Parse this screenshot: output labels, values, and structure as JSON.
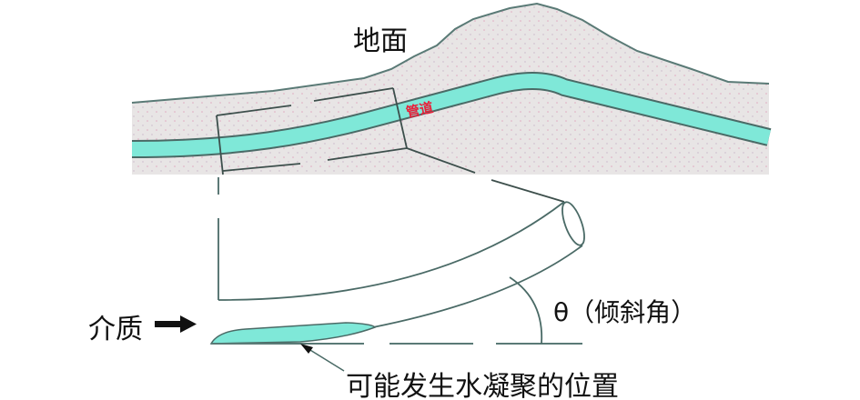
{
  "labels": {
    "ground": "地面",
    "pipe": "管道",
    "medium": "介质",
    "angle": "θ（倾斜角）",
    "water_position": "可能发生水凝聚的位置"
  },
  "colors": {
    "soil": "#e6e2e2",
    "pipe": "#7fe8d8",
    "line": "#4a6a66",
    "pipe_label": "#e8203a"
  }
}
